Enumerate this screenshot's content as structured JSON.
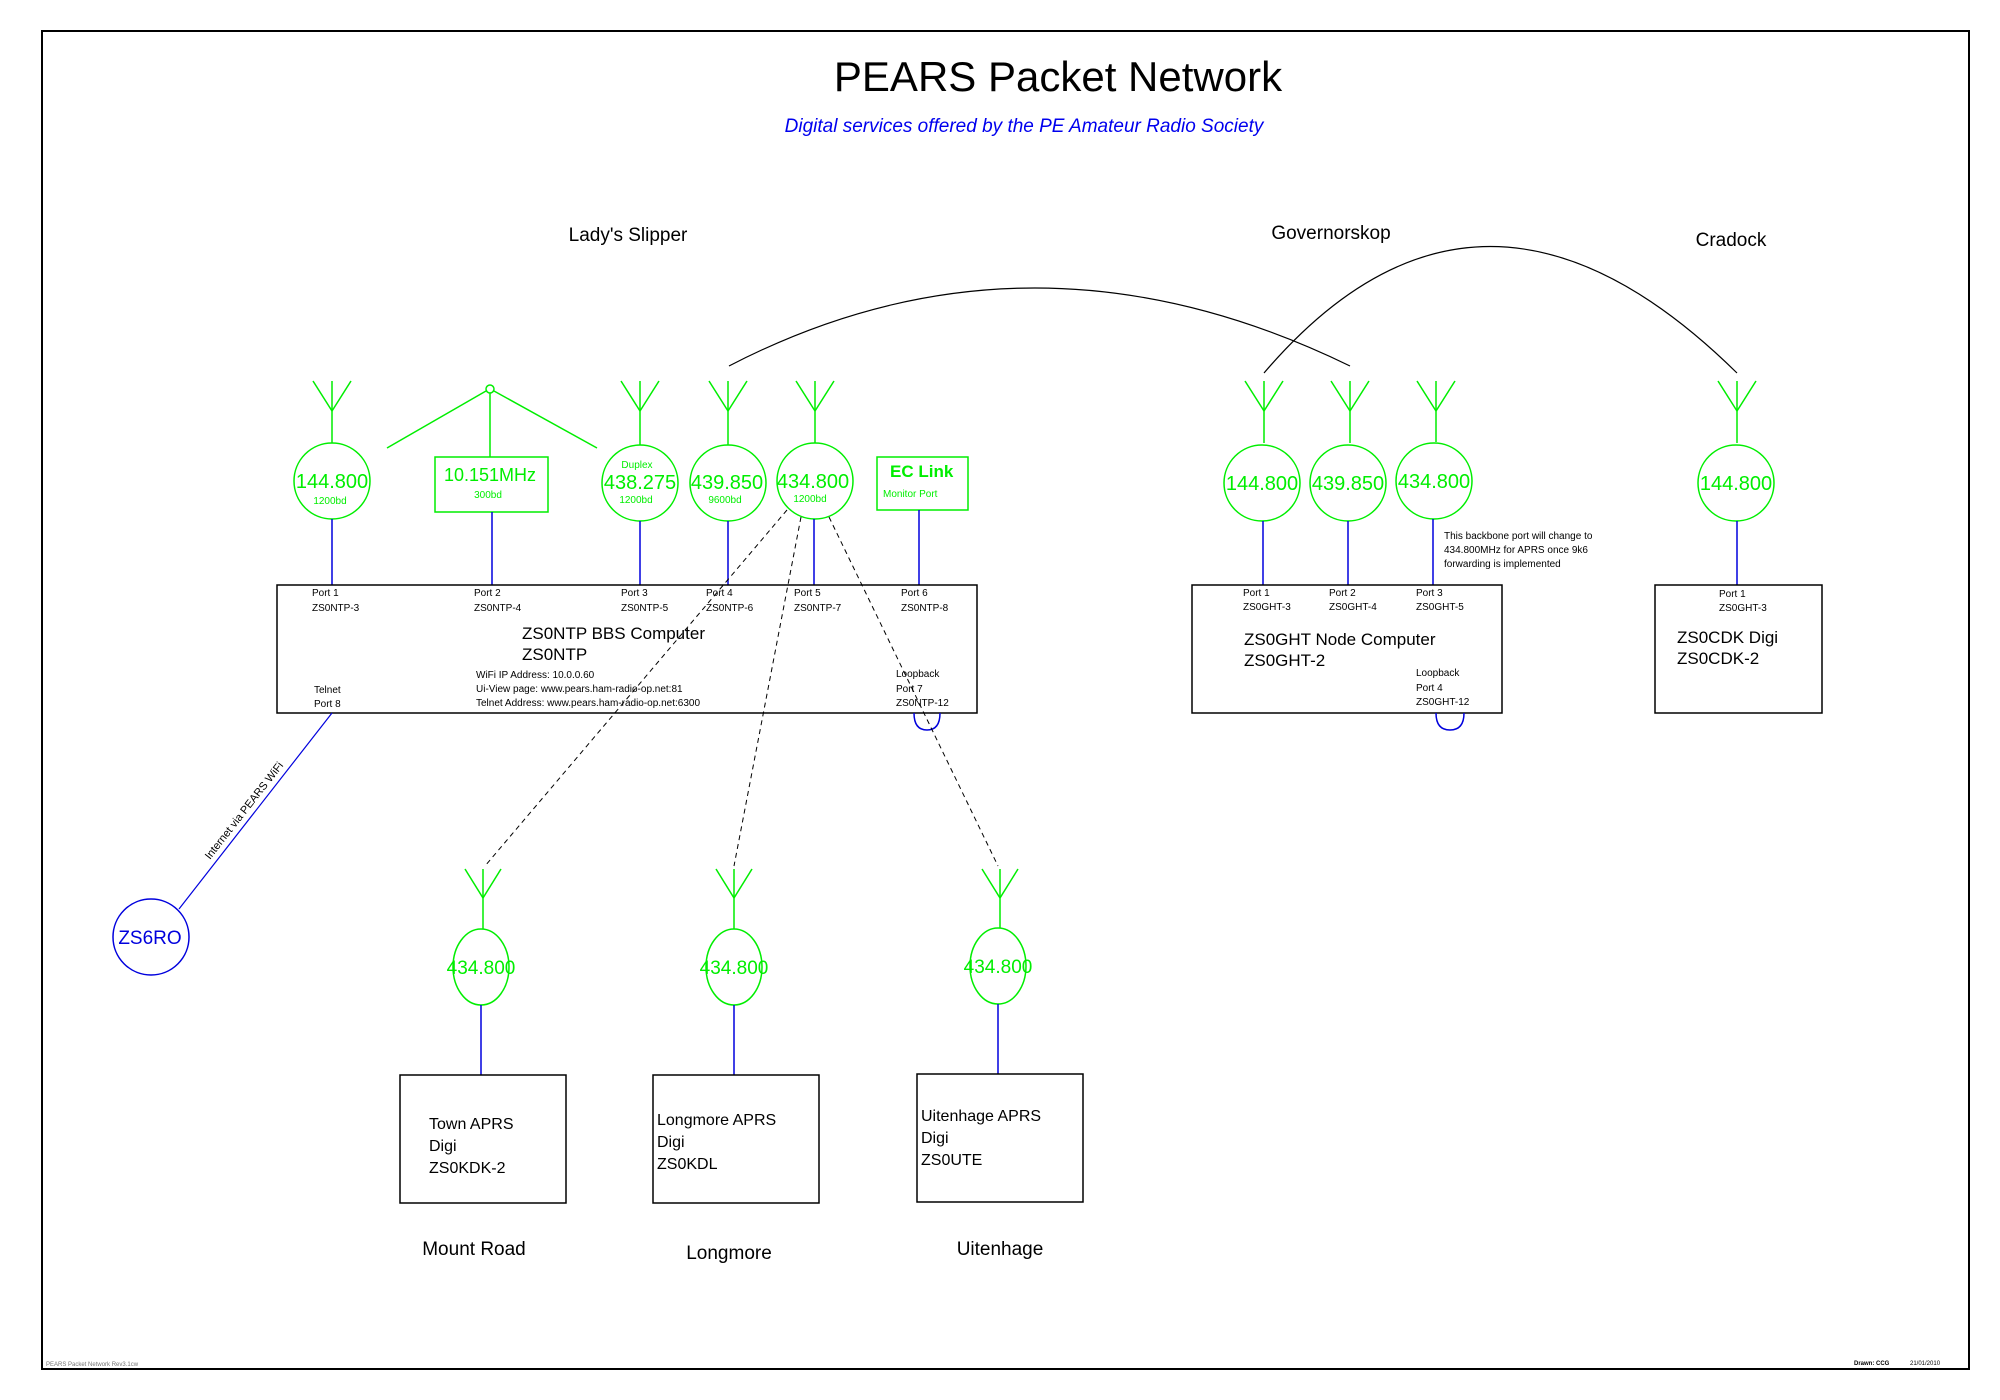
{
  "title": "PEARS Packet Network",
  "subtitle": "Digital services offered by the PE Amateur Radio Society",
  "colors": {
    "radio": "#00ee00",
    "link": "#0000dd",
    "text": "#000000",
    "subtitle": "#0000ee"
  },
  "sites": {
    "ladys_slipper": "Lady's Slipper",
    "governorskop": "Governorskop",
    "cradock": "Cradock",
    "mount_road": "Mount Road",
    "longmore": "Longmore",
    "uitenhage": "Uitenhage"
  },
  "bbs": {
    "name": "ZS0NTP BBS Computer",
    "callsign": "ZS0NTP",
    "ports": [
      {
        "port": "Port 1",
        "call": "ZS0NTP-3"
      },
      {
        "port": "Port 2",
        "call": "ZS0NTP-4"
      },
      {
        "port": "Port 3",
        "call": "ZS0NTP-5"
      },
      {
        "port": "Port 4",
        "call": "ZS0NTP-6"
      },
      {
        "port": "Port 5",
        "call": "ZS0NTP-7"
      },
      {
        "port": "Port 6",
        "call": "ZS0NTP-8"
      }
    ],
    "telnet_label": "Telnet",
    "telnet_port": "Port 8",
    "loopback_label": "Loopback",
    "loopback_port": "Port 7",
    "loopback_call": "ZS0NTP-12",
    "wifi_ip": "WiFi IP Address:  10.0.0.60",
    "uiview": "Ui-View page: www.pears.ham-radio-op.net:81",
    "telnet_address": "Telnet Address:  www.pears.ham-radio-op.net:6300"
  },
  "bbs_radios": [
    {
      "freq": "144.800",
      "baud": "1200bd"
    },
    {
      "freq": "10.151MHz",
      "baud": "300bd"
    },
    {
      "freq": "438.275",
      "baud": "1200bd",
      "note": "Duplex"
    },
    {
      "freq": "439.850",
      "baud": "9600bd"
    },
    {
      "freq": "434.800",
      "baud": "1200bd"
    },
    {
      "freq": "EC Link",
      "baud": "Monitor Port"
    }
  ],
  "ght": {
    "name": "ZS0GHT Node Computer",
    "callsign": "ZS0GHT-2",
    "ports": [
      {
        "port": "Port 1",
        "call": "ZS0GHT-3"
      },
      {
        "port": "Port 2",
        "call": "ZS0GHT-4"
      },
      {
        "port": "Port 3",
        "call": "ZS0GHT-5"
      }
    ],
    "loopback_label": "Loopback",
    "loopback_port": "Port 4",
    "loopback_call": "ZS0GHT-12",
    "radios": [
      "144.800",
      "439.850",
      "434.800"
    ],
    "note_lines": [
      "This backbone port will change to",
      "434.800MHz for APRS once 9k6",
      "forwarding is implemented"
    ]
  },
  "cdk": {
    "name": "ZS0CDK Digi",
    "callsign": "ZS0CDK-2",
    "port": "Port 1",
    "port_call": "ZS0GHT-3",
    "radio": "144.800"
  },
  "zs6ro": {
    "label": "ZS6RO",
    "link_label": "Internet via PEARS WiFi"
  },
  "digis": [
    {
      "radio": "434.800",
      "lines": [
        "Town APRS",
        "Digi",
        "ZS0KDK-2"
      ]
    },
    {
      "radio": "434.800",
      "lines": [
        "Longmore APRS",
        "Digi",
        "ZS0KDL"
      ]
    },
    {
      "radio": "434.800",
      "lines": [
        "Uitenhage APRS",
        "Digi",
        "ZS0UTE"
      ]
    }
  ],
  "footer": {
    "file": "PEARS Packet Network Rev3.1cw",
    "drawn": "Drawn: CCG",
    "date": "21/01/2010"
  }
}
